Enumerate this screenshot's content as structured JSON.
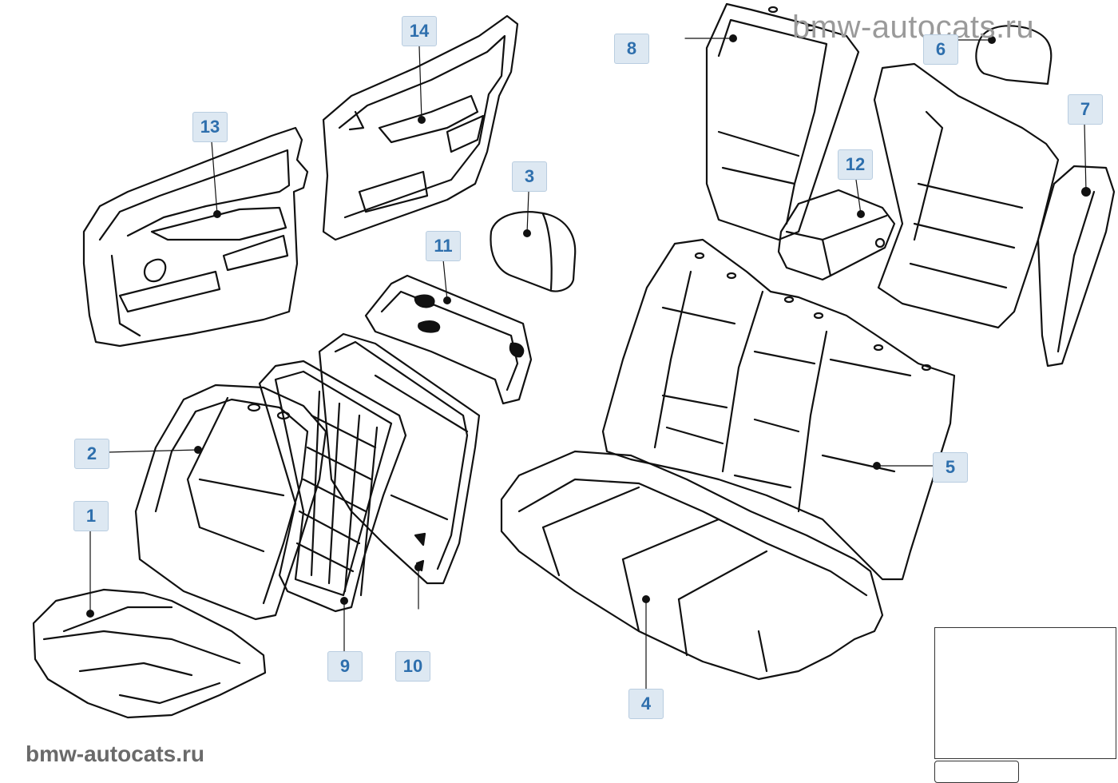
{
  "watermark_top": "bmw-autocats.ru",
  "watermark_bottom": "bmw-autocats.ru",
  "callouts": {
    "c1": "1",
    "c2": "2",
    "c3": "3",
    "c4": "4",
    "c5": "5",
    "c6": "6",
    "c7": "7",
    "c8": "8",
    "c9": "9",
    "c10": "10",
    "c11": "11",
    "c12": "12",
    "c13": "13",
    "c14": "14"
  },
  "colors": {
    "callout_bg": "#dde8f2",
    "callout_text": "#2e6fad",
    "line": "#111111"
  }
}
